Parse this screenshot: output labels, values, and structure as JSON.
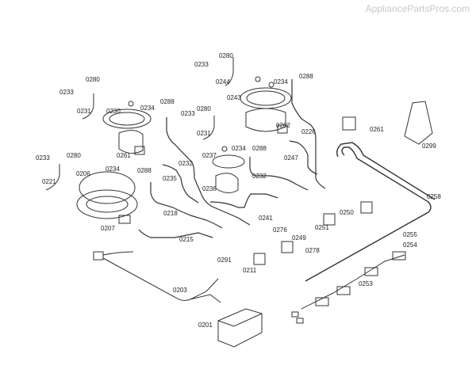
{
  "watermark": "AppliancePartsPros.com",
  "diagram": {
    "title": "Gas cooktop burner & valve assembly",
    "labels": {
      "l0280a": "0280",
      "l0233a": "0233",
      "l0244": "0244",
      "l0234a": "0234",
      "l0288a": "0288",
      "l0243": "0243",
      "l0262": "0262",
      "l0226": "0226",
      "l0261b": "0261",
      "l0299": "0299",
      "l0280b": "0280",
      "l0233b": "0233",
      "l0231a": "0231",
      "l0230": "0230",
      "l0234b": "0234",
      "l0288b": "0288",
      "l0261a": "0261",
      "l0233c": "0233",
      "l0280c": "0280",
      "l0231b": "0231",
      "l0233d": "0233",
      "l0280d": "0280",
      "l0221": "0221",
      "l0206": "0206",
      "l0234c": "0234",
      "l0288c": "0288",
      "l0235": "0235",
      "l0232a": "0232",
      "l0237": "0237",
      "l0234d": "0234",
      "l0288d": "0288",
      "l0247": "0247",
      "l0232b": "0232",
      "l0236": "0236",
      "l0258": "0258",
      "l0218": "0218",
      "l0241": "0241",
      "l0250": "0250",
      "l0207": "0207",
      "l0215": "0215",
      "l0276": "0276",
      "l0251": "0251",
      "l0249": "0249",
      "l0255": "0255",
      "l0254": "0254",
      "l0291": "0291",
      "l0278": "0278",
      "l0211": "0211",
      "l0253": "0253",
      "l0203": "0203",
      "l0201": "0201"
    }
  }
}
